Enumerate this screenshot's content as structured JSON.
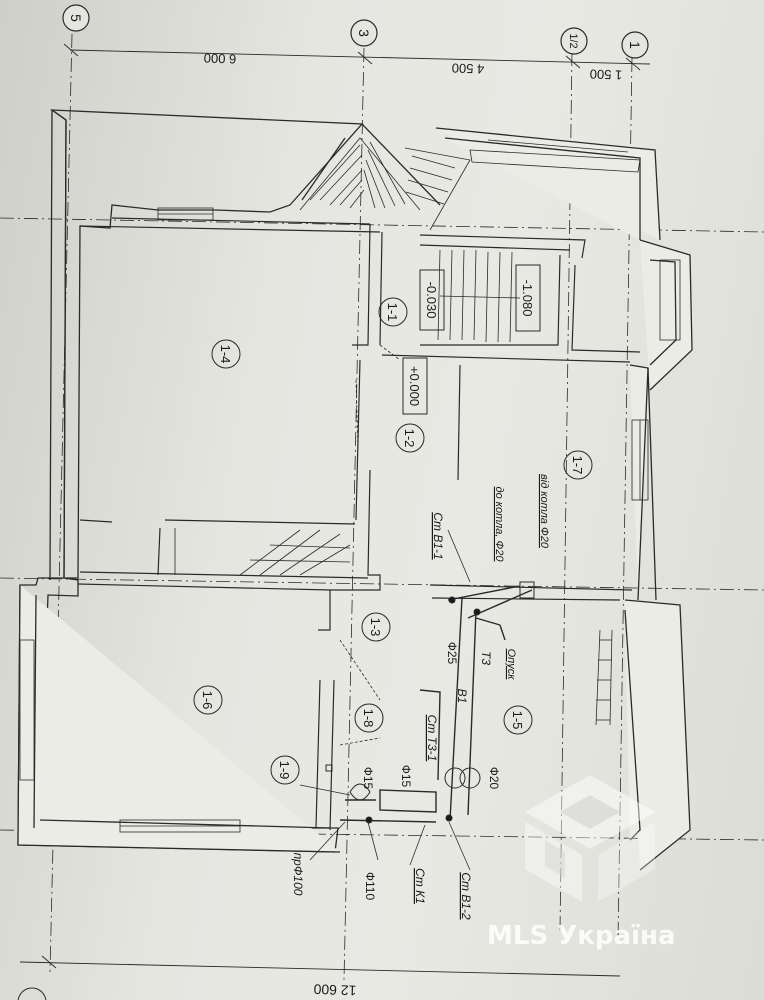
{
  "axes": {
    "a5": "5",
    "a3": "3",
    "a12": "1/2",
    "a1": "1"
  },
  "dimensions": {
    "top_6000": "6 000",
    "top_4500": "4 500",
    "top_1500": "1 500",
    "bottom_12600": "12 600"
  },
  "rooms": {
    "r11": "1-1",
    "r12": "1-2",
    "r13": "1-3",
    "r14": "1-4",
    "r15": "1-5",
    "r16": "1-6",
    "r17": "1-7",
    "r18": "1-8",
    "r19": "1-9"
  },
  "levels": {
    "l0": "+0.000",
    "l030": "-0.030",
    "l1080": "-1.080"
  },
  "annotations": {
    "st_b11": "Ст В1-1",
    "do_kotla": "до котла, Ф20",
    "vid_kotla": "від котла Ф20",
    "f25": "Ф25",
    "b1": "В1",
    "t3": "Т3",
    "opusk": "Опуск",
    "st_t31": "Ст Т3-1",
    "f15a": "Ф15",
    "f15b": "Ф15",
    "f20": "Ф20",
    "pr_f100": "прФ100",
    "f110": "Ф110",
    "st_k1": "Ст К1",
    "st_b12": "Ст В1-2"
  },
  "watermark": {
    "text": "MLS Україна"
  }
}
